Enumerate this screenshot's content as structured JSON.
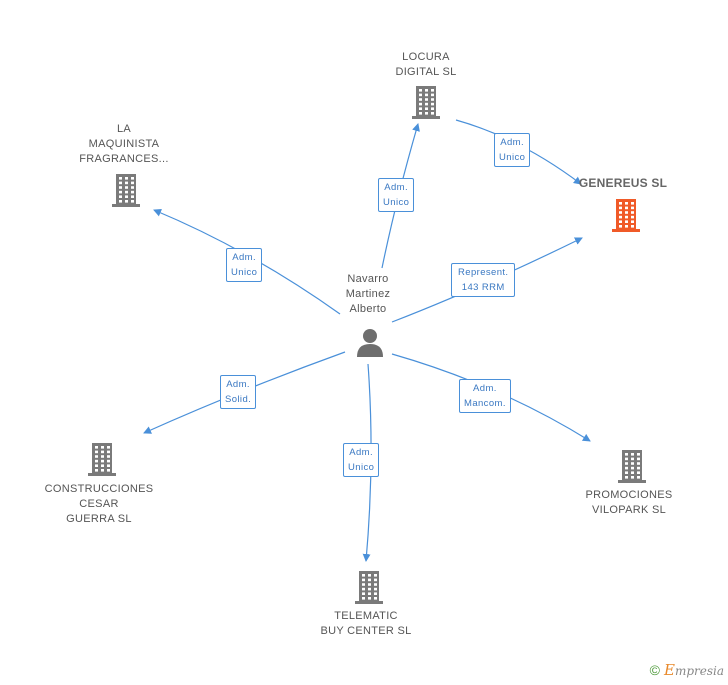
{
  "center": {
    "label_lines": [
      "Navarro",
      "Martinez",
      "Alberto"
    ],
    "icon": "person-icon"
  },
  "companies": [
    {
      "id": "locura",
      "label_lines": [
        "LOCURA",
        "DIGITAL SL"
      ],
      "icon": "building-icon"
    },
    {
      "id": "genereus",
      "label_lines": [
        "GENEREUS SL"
      ],
      "icon": "building-icon",
      "highlight": true
    },
    {
      "id": "maquinista",
      "label_lines": [
        "LA",
        "MAQUINISTA",
        "FRAGRANCES..."
      ],
      "icon": "building-icon"
    },
    {
      "id": "construcciones",
      "label_lines": [
        "CONSTRUCCIONES",
        "CESAR",
        "GUERRA SL"
      ],
      "icon": "building-icon"
    },
    {
      "id": "telematic",
      "label_lines": [
        "TELEMATIC",
        "BUY CENTER SL"
      ],
      "icon": "building-icon"
    },
    {
      "id": "promociones",
      "label_lines": [
        "PROMOCIONES",
        "VILOPARK SL"
      ],
      "icon": "building-icon"
    }
  ],
  "relations": [
    {
      "to": "locura",
      "label_lines": [
        "Adm.",
        "Unico"
      ]
    },
    {
      "to": "genereus",
      "label_lines": [
        "Represent.",
        "143 RRM"
      ]
    },
    {
      "to": "maquinista",
      "label_lines": [
        "Adm.",
        "Unico"
      ]
    },
    {
      "to": "construcciones",
      "label_lines": [
        "Adm.",
        "Solid."
      ]
    },
    {
      "to": "telematic",
      "label_lines": [
        "Adm.",
        "Unico"
      ]
    },
    {
      "to": "promociones",
      "label_lines": [
        "Adm.",
        "Mancom."
      ]
    },
    {
      "from": "locura",
      "to": "genereus",
      "label_lines": [
        "Adm.",
        "Unico"
      ]
    }
  ],
  "colors": {
    "edge": "#4a90d9",
    "building": "#7a7a7a",
    "highlight": "#f05a28",
    "person": "#6e6e6e"
  },
  "footer": {
    "copyright": "©",
    "brand_initial": "E",
    "brand_rest": "mpresia"
  }
}
